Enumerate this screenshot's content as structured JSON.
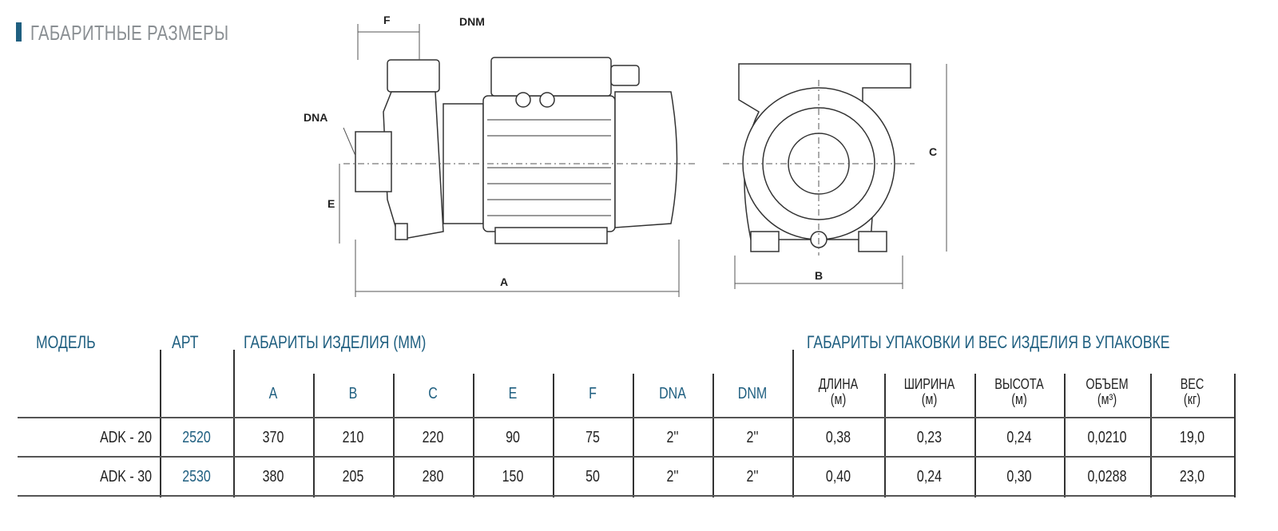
{
  "title": "ГАБАРИТНЫЕ РАЗМЕРЫ",
  "drawing_labels": {
    "F": "F",
    "DNM": "DNM",
    "DNA": "DNA",
    "E": "E",
    "A": "A",
    "B": "B",
    "C": "C"
  },
  "table": {
    "model_header": "МОДЕЛЬ",
    "art_header": "АРТ",
    "dims_header": "ГАБАРИТЫ ИЗДЕЛИЯ (ММ)",
    "pack_header": "ГАБАРИТЫ УПАКОВКИ  И ВЕС ИЗДЕЛИЯ В УПАКОВКЕ",
    "dim_cols": [
      "A",
      "B",
      "C",
      "E",
      "F",
      "DNA",
      "DNM"
    ],
    "pack_cols": [
      {
        "name": "ДЛИНА",
        "unit": "(м)"
      },
      {
        "name": "ШИРИНА",
        "unit": "(м)"
      },
      {
        "name": "ВЫСОТА",
        "unit": "(м)"
      },
      {
        "name": "ОБЪЕМ",
        "unit": "(м³)"
      },
      {
        "name": "ВЕС",
        "unit": "(кг)"
      }
    ],
    "rows": [
      {
        "model": "ADK - 20",
        "art": "2520",
        "dims": [
          "370",
          "210",
          "220",
          "90",
          "75",
          "2''",
          "2''"
        ],
        "pack": [
          "0,38",
          "0,23",
          "0,24",
          "0,0210",
          "19,0"
        ]
      },
      {
        "model": "ADK - 30",
        "art": "2530",
        "dims": [
          "380",
          "205",
          "280",
          "150",
          "50",
          "2''",
          "2''"
        ],
        "pack": [
          "0,40",
          "0,24",
          "0,30",
          "0,0288",
          "23,0"
        ]
      }
    ]
  }
}
